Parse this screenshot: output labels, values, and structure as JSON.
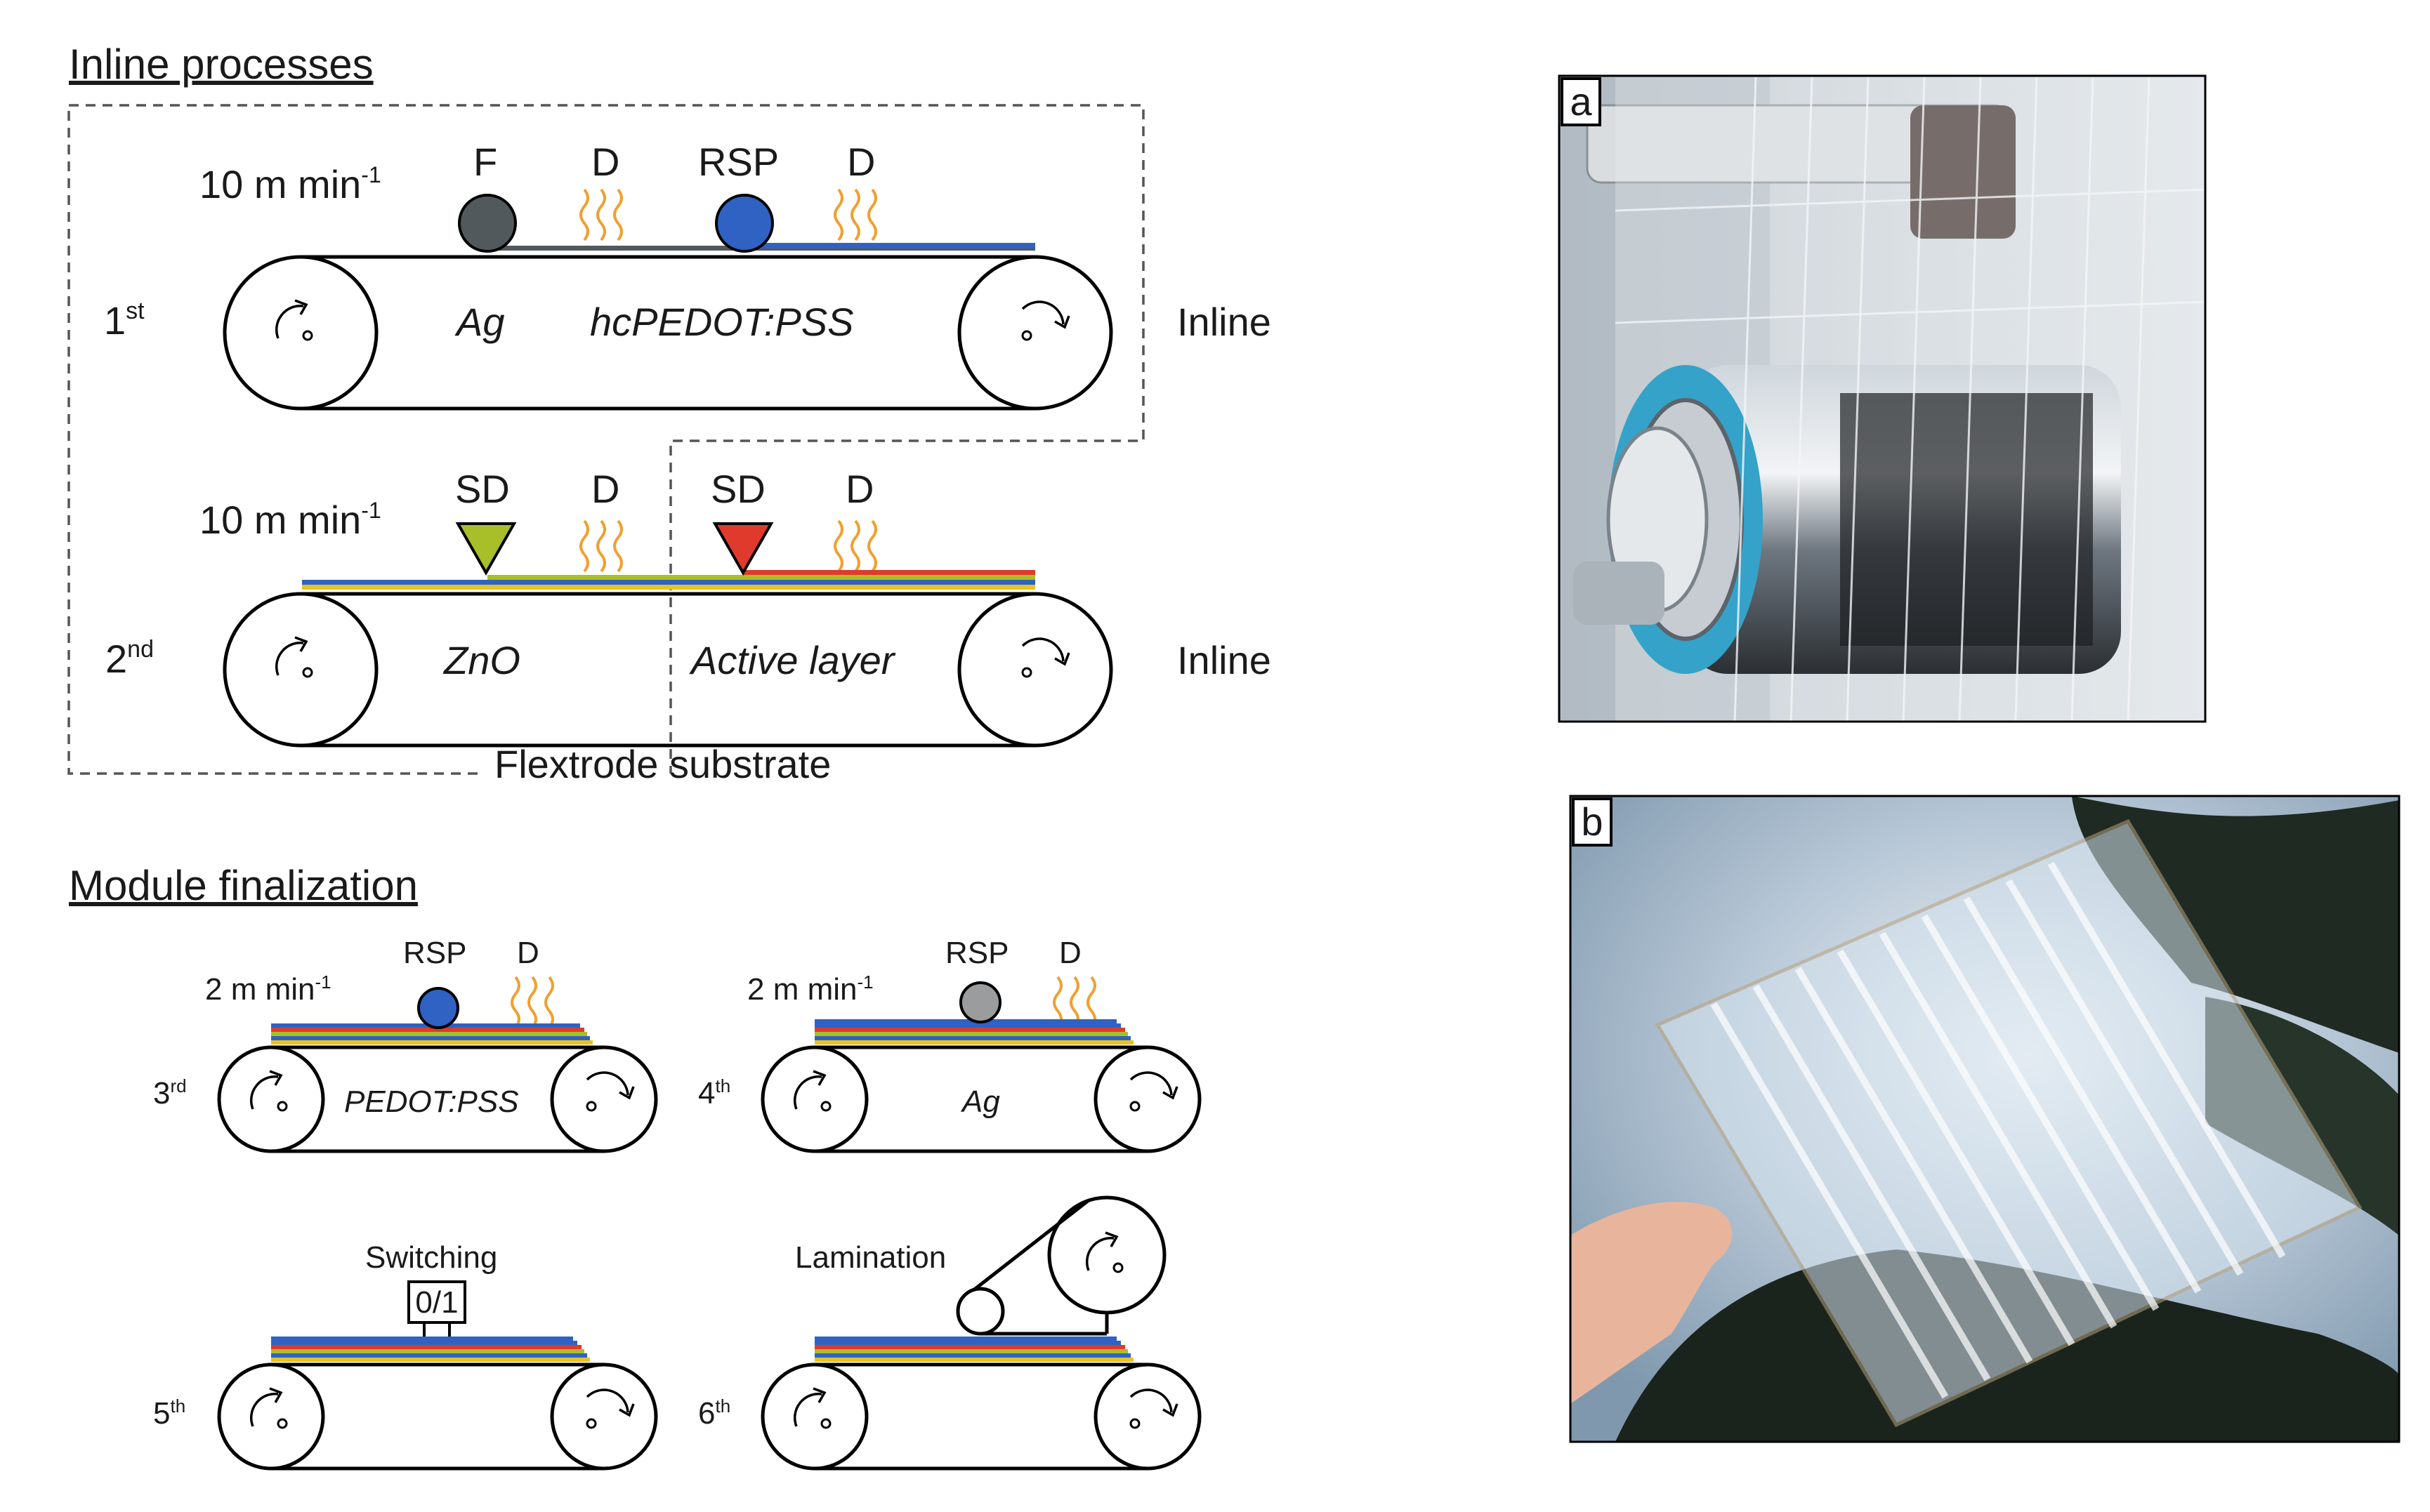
{
  "headings": {
    "inline": "Inline processes",
    "finalization": "Module finalization"
  },
  "speeds": {
    "step1": "10 m min",
    "step2": "10 m min",
    "step3": "2 m min",
    "step4": "2 m min",
    "exp": "-1"
  },
  "steps": {
    "s1": {
      "num": "1",
      "sup": "st"
    },
    "s2": {
      "num": "2",
      "sup": "nd"
    },
    "s3": {
      "num": "3",
      "sup": "rd"
    },
    "s4": {
      "num": "4",
      "sup": "th"
    },
    "s5": {
      "num": "5",
      "sup": "th"
    },
    "s6": {
      "num": "6",
      "sup": "th"
    }
  },
  "tools": {
    "f": "F",
    "d": "D",
    "rsp": "RSP",
    "sd": "SD"
  },
  "materials": {
    "ag": "Ag",
    "hcpedot": "hcPEDOT:PSS",
    "zno": "ZnO",
    "active": "Active layer",
    "pedot": "PEDOT:PSS"
  },
  "labels": {
    "inline": "Inline",
    "flextrode": "Flextrode substrate",
    "switching": "Switching",
    "switch_box": "0/1",
    "lamination": "Lamination"
  },
  "photos": {
    "a": "a",
    "b": "b"
  },
  "colors": {
    "blue": "#2f62c2",
    "red": "#e03a2c",
    "green": "#a8bf2a",
    "yellow": "#e9c320",
    "grey_roller": "#52595c",
    "heat": "#f0a030"
  }
}
